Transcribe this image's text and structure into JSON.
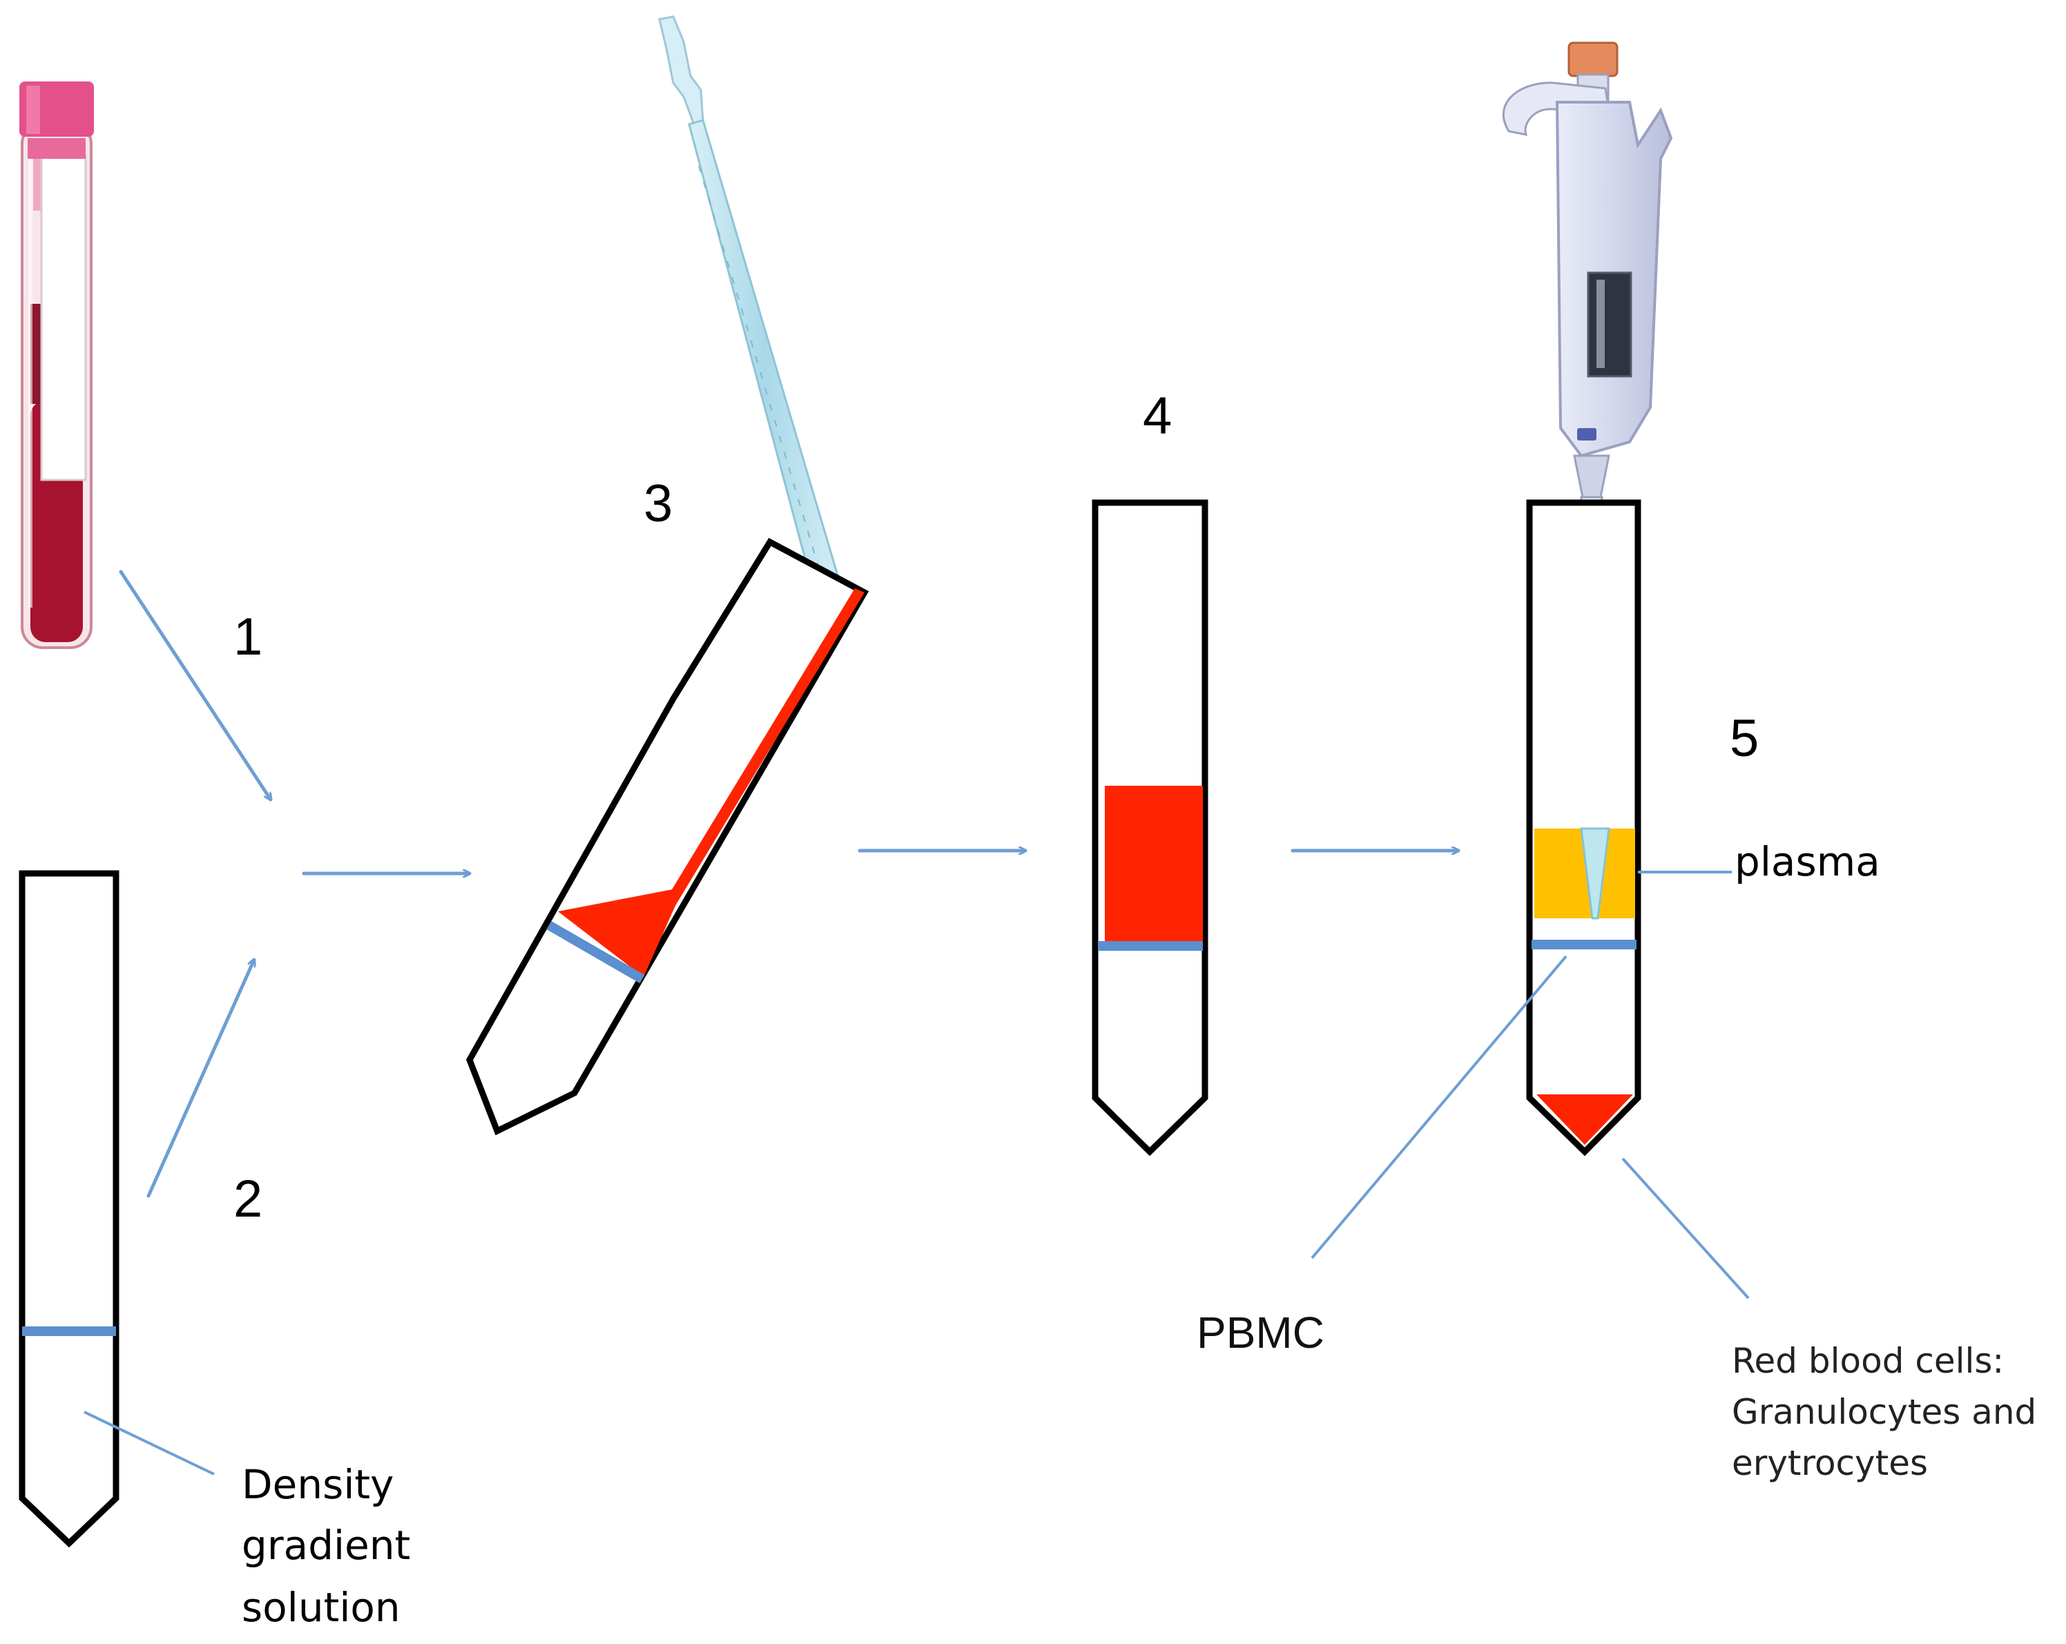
{
  "steps": {
    "s1": "1",
    "s2": "2",
    "s3": "3",
    "s4": "4",
    "s5": "5"
  },
  "labels": {
    "density_line1": "Density",
    "density_line2": "gradient",
    "density_line3": "solution",
    "plasma": "plasma",
    "pbmc": "PBMC",
    "rbc_line1": "Red blood cells:",
    "rbc_line2": "Granulocytes and",
    "rbc_line3": "erytrocytes"
  },
  "colors": {
    "blood": "#ff2400",
    "dark_blood": "#b0102c",
    "gradient_band": "#5b8fcf",
    "plasma": "#ffc000",
    "arrow": "#6d9fd3",
    "pipette_glass": "#bfe3ee"
  }
}
